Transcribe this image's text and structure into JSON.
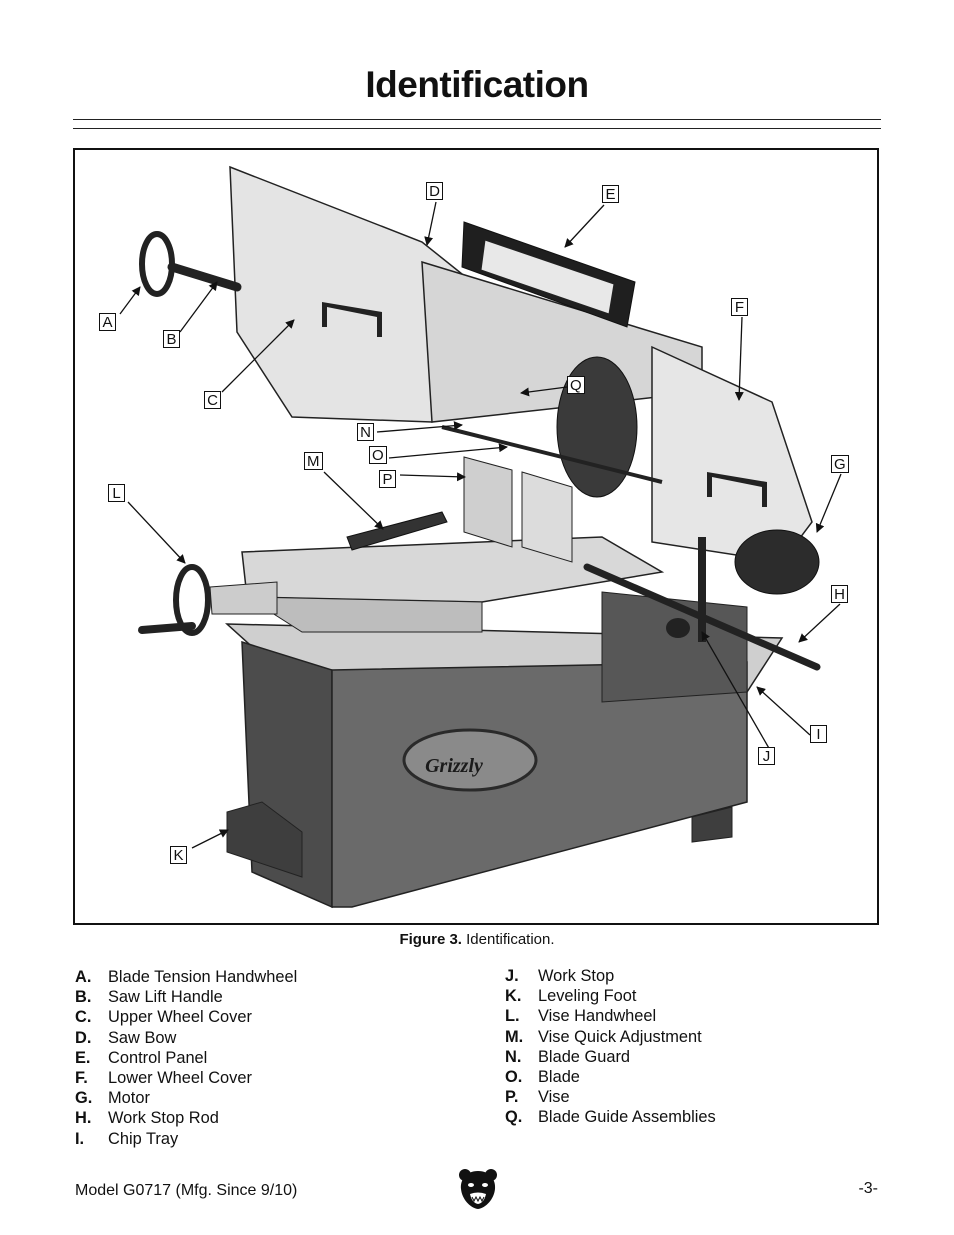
{
  "page": {
    "title": "Identification",
    "figure_caption_bold": "Figure 3.",
    "figure_caption_text": " Identification."
  },
  "callouts": {
    "A": "A",
    "B": "B",
    "C": "C",
    "D": "D",
    "E": "E",
    "F": "F",
    "G": "G",
    "H": "H",
    "I": "I",
    "J": "J",
    "K": "K",
    "L": "L",
    "M": "M",
    "N": "N",
    "O": "O",
    "P": "P",
    "Q": "Q"
  },
  "machine_badge": "Grizzly",
  "legend_left": [
    {
      "letter": "A.",
      "label": "Blade Tension Handwheel"
    },
    {
      "letter": "B.",
      "label": "Saw Lift Handle"
    },
    {
      "letter": "C.",
      "label": "Upper Wheel Cover"
    },
    {
      "letter": "D.",
      "label": "Saw Bow"
    },
    {
      "letter": "E.",
      "label": "Control Panel"
    },
    {
      "letter": "F.",
      "label": "Lower Wheel Cover"
    },
    {
      "letter": "G.",
      "label": "Motor"
    },
    {
      "letter": "H.",
      "label": "Work Stop Rod"
    },
    {
      "letter": "I.",
      "label": "Chip Tray"
    }
  ],
  "legend_right": [
    {
      "letter": "J.",
      "label": "Work Stop"
    },
    {
      "letter": "K.",
      "label": "Leveling Foot"
    },
    {
      "letter": "L.",
      "label": "Vise Handwheel"
    },
    {
      "letter": "M.",
      "label": "Vise Quick Adjustment"
    },
    {
      "letter": "N.",
      "label": "Blade Guard"
    },
    {
      "letter": "O.",
      "label": "Blade"
    },
    {
      "letter": "P.",
      "label": "Vise"
    },
    {
      "letter": "Q.",
      "label": "Blade Guide Assemblies"
    }
  ],
  "footer": {
    "model": "Model G0717 (Mfg. Since 9/10)",
    "page_number": "-3-"
  },
  "icons": {
    "logo": "grizzly-bear-head-icon"
  },
  "colors": {
    "base_cabinet": "#5f5f5f",
    "machine_light": "#d9d9d9",
    "outline": "#111111"
  }
}
